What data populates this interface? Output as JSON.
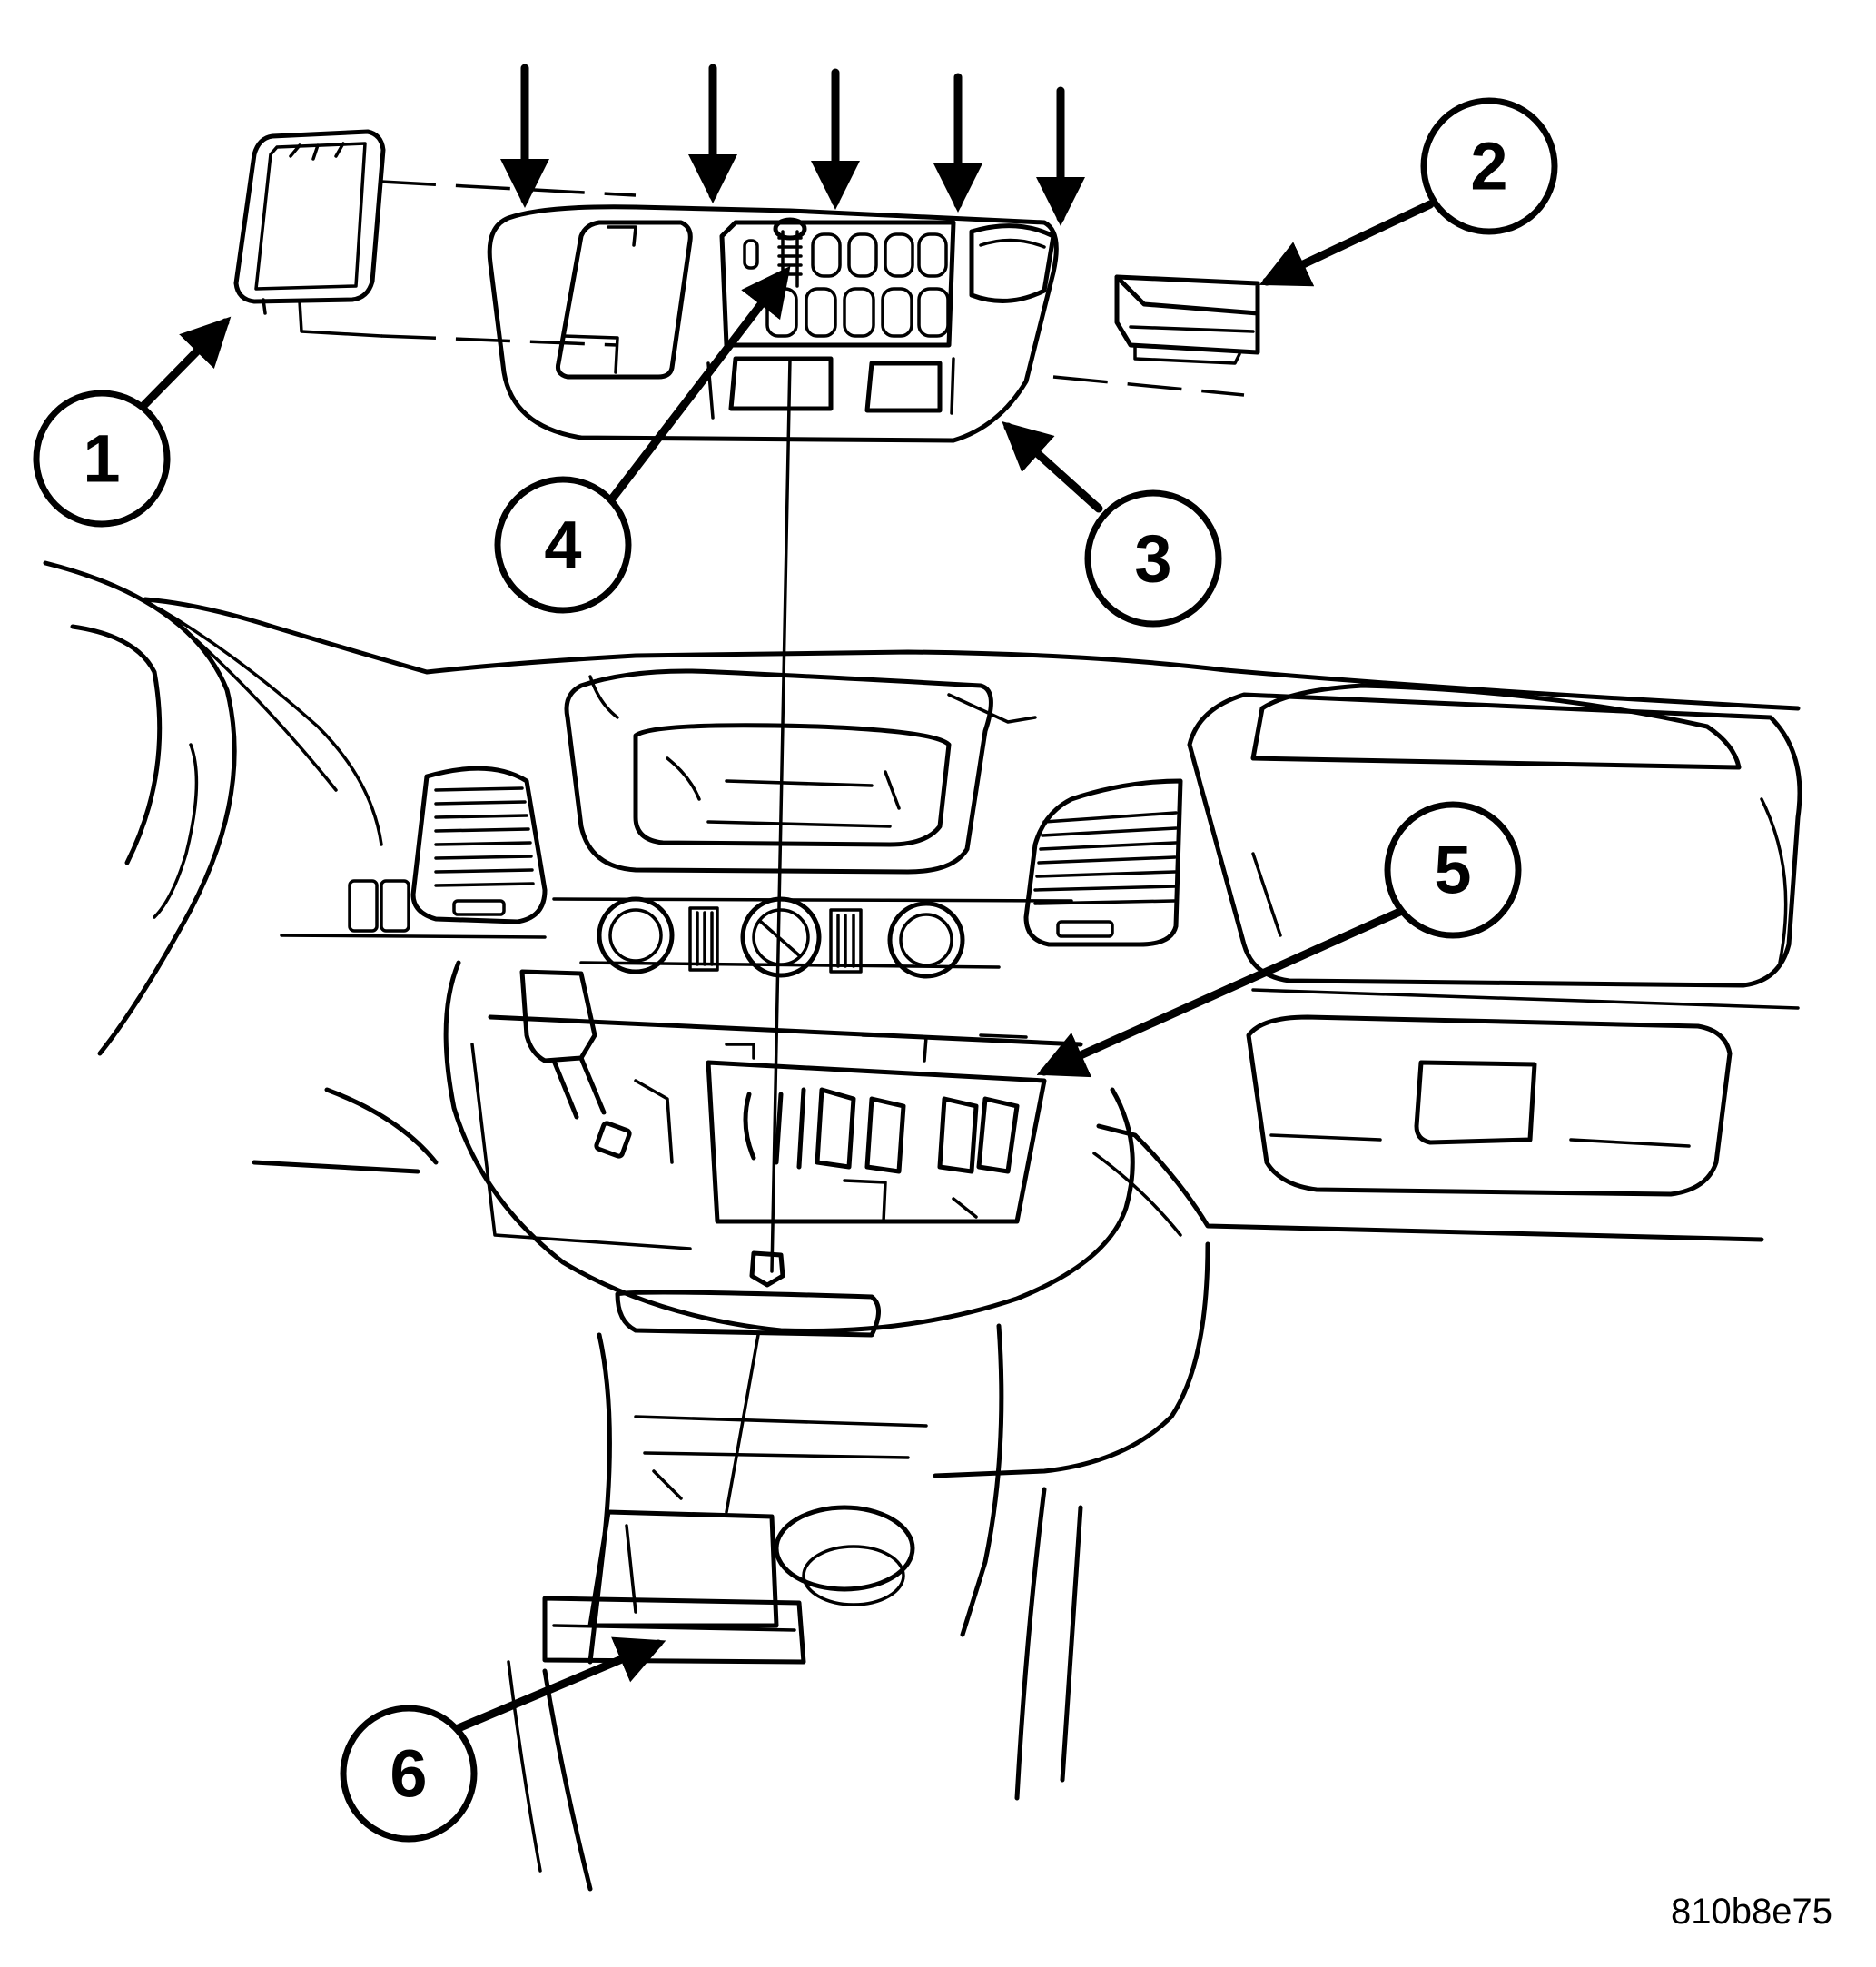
{
  "diagram": {
    "callouts": [
      {
        "label": "1"
      },
      {
        "label": "2"
      },
      {
        "label": "3"
      },
      {
        "label": "4"
      },
      {
        "label": "5"
      },
      {
        "label": "6"
      }
    ],
    "figure_id": "810b8e75"
  }
}
